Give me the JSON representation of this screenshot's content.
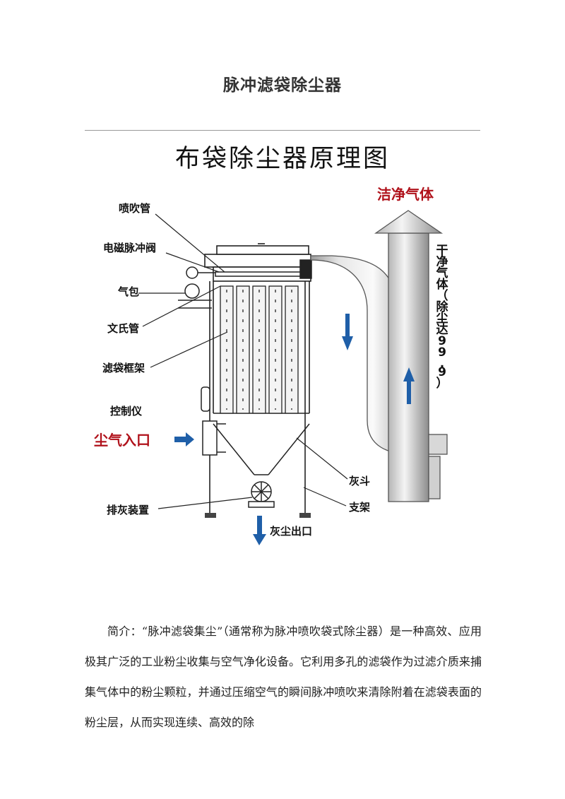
{
  "doc_title": "脉冲滤袋除尘器",
  "diagram": {
    "title": "布袋除尘器原理图",
    "labels": {
      "clean_gas": "洁净气体",
      "spray_pipe": "喷吹管",
      "solenoid_valve": "电磁脉冲阀",
      "air_bag": "气包",
      "venturi": "文氏管",
      "bag_frame": "滤袋框架",
      "controller": "控制仪",
      "dust_inlet": "尘气入口",
      "ash_hopper": "灰斗",
      "support": "支架",
      "ash_discharge": "排灰装置",
      "dust_outlet": "灰尘出口"
    },
    "vertical_label": [
      "干",
      "净",
      "气",
      "体",
      "（",
      "除",
      "尘",
      "达",
      "9",
      "9",
      ".",
      "9",
      "）"
    ],
    "colors": {
      "red": "#b0121b",
      "blue": "#1f5fa8"
    }
  },
  "intro": "简介：“脉冲滤袋集尘”（通常称为脉冲喷吹袋式除尘器）是一种高效、应用极其广泛的工业粉尘收集与空气净化设备。它利用多孔的滤袋作为过滤介质来捕集气体中的粉尘颗粒，并通过压缩空气的瞬间脉冲喷吹来清除附着在滤袋表面的粉尘层，从而实现连续、高效的除"
}
